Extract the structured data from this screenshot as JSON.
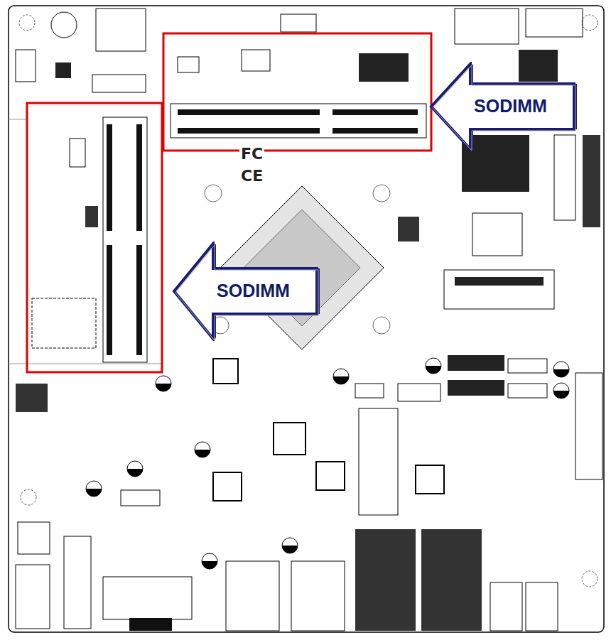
{
  "diagram": {
    "nodes": [
      {
        "text": [
          "SODIMM"
        ]
      },
      {
        "text": [
          "SODIMM"
        ]
      }
    ],
    "labels": [
      "FC",
      "CE"
    ]
  }
}
